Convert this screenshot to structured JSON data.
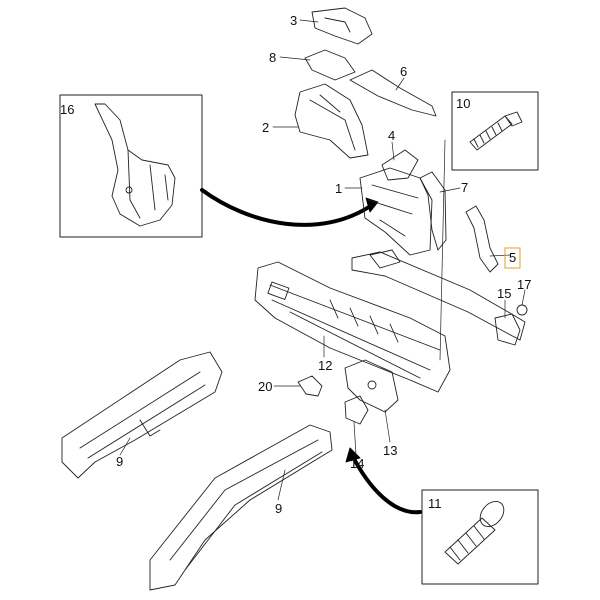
{
  "diagram": {
    "callouts": [
      {
        "id": "c1",
        "text": "1"
      },
      {
        "id": "c2",
        "text": "2"
      },
      {
        "id": "c3",
        "text": "3"
      },
      {
        "id": "c4",
        "text": "4"
      },
      {
        "id": "c5",
        "text": "5",
        "highlighted": true
      },
      {
        "id": "c6",
        "text": "6"
      },
      {
        "id": "c7",
        "text": "7"
      },
      {
        "id": "c8",
        "text": "8"
      },
      {
        "id": "c9a",
        "text": "9"
      },
      {
        "id": "c9b",
        "text": "9"
      },
      {
        "id": "c12",
        "text": "12"
      },
      {
        "id": "c13",
        "text": "13"
      },
      {
        "id": "c14",
        "text": "14"
      },
      {
        "id": "c15",
        "text": "15"
      },
      {
        "id": "c17",
        "text": "17"
      },
      {
        "id": "c20",
        "text": "20"
      }
    ],
    "insets": {
      "inset10": {
        "label": "10"
      },
      "inset11": {
        "label": "11"
      },
      "inset16": {
        "label": "16"
      }
    },
    "colors": {
      "line": "#222222",
      "highlight_box": "#e0a020",
      "part_fill": "#ffffff"
    }
  }
}
